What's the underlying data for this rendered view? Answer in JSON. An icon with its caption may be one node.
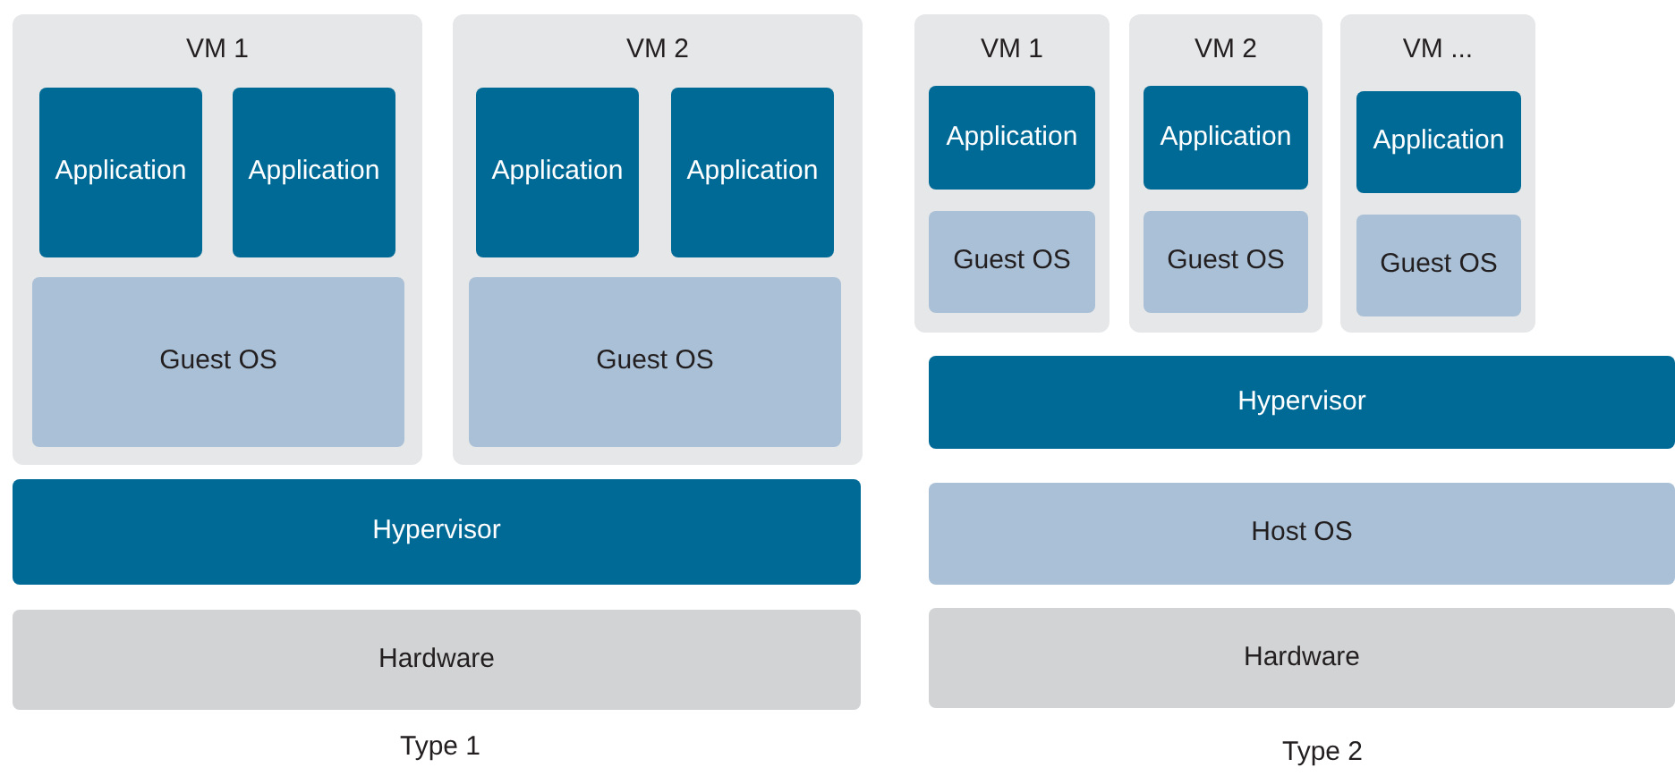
{
  "diagram": {
    "nodes": [
      {
        "text": [
          "VM 1"
        ]
      },
      {
        "text": [
          "Application"
        ],
        "in": 0
      },
      {
        "text": [
          "Application"
        ],
        "in": 0
      },
      {
        "text": [
          "Guest OS"
        ],
        "in": 0
      },
      {
        "text": [
          "VM 2"
        ]
      },
      {
        "text": [
          "Application"
        ],
        "in": 4
      },
      {
        "text": [
          "Application"
        ],
        "in": 4
      },
      {
        "text": [
          "Guest OS"
        ],
        "in": 4
      },
      {
        "text": [
          "Hypervisor"
        ]
      },
      {
        "text": [
          "Hardware"
        ]
      },
      {
        "text": [
          "VM 1"
        ]
      },
      {
        "text": [
          "Application"
        ],
        "in": 10
      },
      {
        "text": [
          "Guest OS"
        ],
        "in": 10
      },
      {
        "text": [
          "VM 2"
        ]
      },
      {
        "text": [
          "Application"
        ],
        "in": 13
      },
      {
        "text": [
          "Guest OS"
        ],
        "in": 13
      },
      {
        "text": [
          "VM ..."
        ]
      },
      {
        "text": [
          "Application"
        ],
        "in": 16
      },
      {
        "text": [
          "Guest OS"
        ],
        "in": 16
      },
      {
        "text": [
          "Hypervisor"
        ]
      },
      {
        "text": [
          "Host OS"
        ]
      },
      {
        "text": [
          "Hardware"
        ]
      }
    ],
    "labels": [
      "Type 1",
      "Type 2"
    ]
  }
}
